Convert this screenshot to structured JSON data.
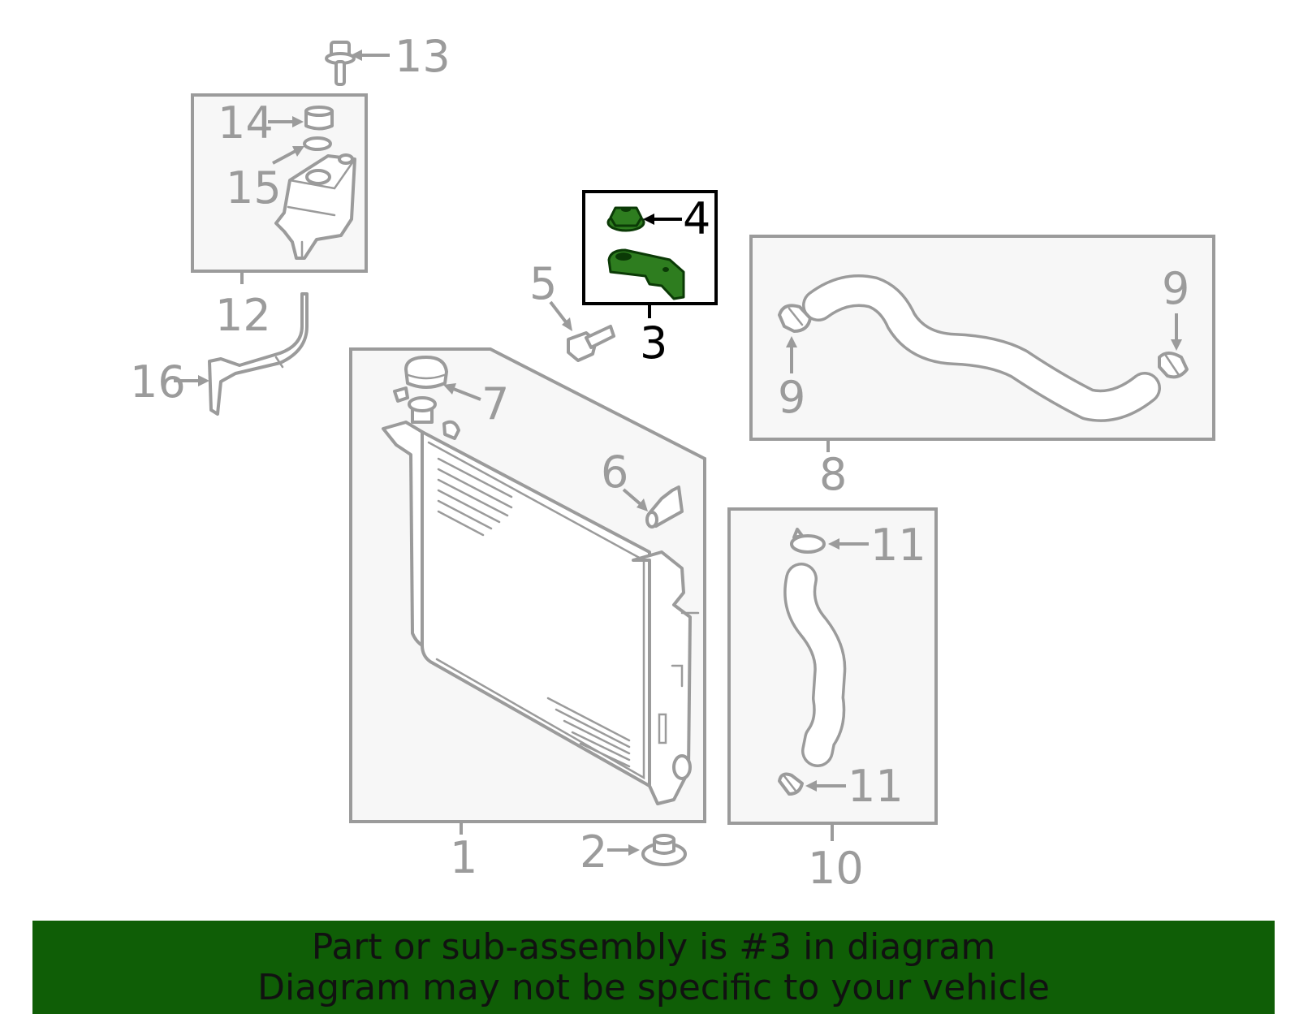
{
  "callouts": {
    "c1": "1",
    "c2": "2",
    "c3": "3",
    "c4": "4",
    "c5": "5",
    "c6": "6",
    "c7": "7",
    "c8": "8",
    "c9a": "9",
    "c9b": "9",
    "c10": "10",
    "c11a": "11",
    "c11b": "11",
    "c12": "12",
    "c13": "13",
    "c14": "14",
    "c15": "15",
    "c16": "16"
  },
  "highlight": {
    "part_number": "3",
    "color": "#2e7d1f",
    "banner_color": "#0f5e06"
  },
  "banner": {
    "line1": "Part or sub-assembly is #3 in diagram",
    "line2": "Diagram may not be specific to your vehicle"
  }
}
